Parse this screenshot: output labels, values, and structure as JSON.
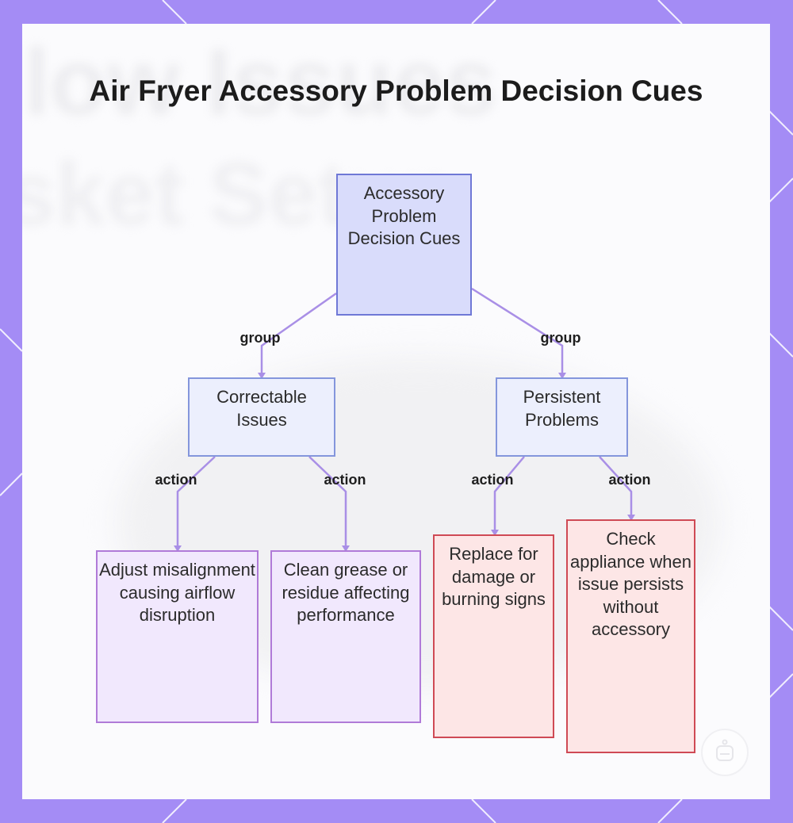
{
  "title": "Air Fryer Accessory Problem Decision Cues",
  "background_text": {
    "line1": "low Issues",
    "line2": "sket Setup"
  },
  "nodes": {
    "root": "Accessory Problem Decision Cues",
    "correctable": "Correctable Issues",
    "persistent": "Persistent Problems",
    "adjust": "Adjust misalignment causing airflow disruption",
    "clean": "Clean grease or residue affecting performance",
    "replace": "Replace for damage or burning signs",
    "check": "Check appliance when issue persists without accessory"
  },
  "edge_labels": {
    "root_to_correctable": "group",
    "root_to_persistent": "group",
    "correctable_to_adjust": "action",
    "correctable_to_clean": "action",
    "persistent_to_replace": "action",
    "persistent_to_check": "action"
  },
  "colors": {
    "frame": "#a48cf5",
    "edge": "#a98fe6",
    "root_fill": "#d9dcfb",
    "group_fill": "#eceffd",
    "action_fill": "#f1e8fd",
    "warning_fill": "#fde6e6",
    "warning_border": "#cf4a55"
  },
  "icons": {
    "watermark": "chat-bot-logo-icon"
  }
}
